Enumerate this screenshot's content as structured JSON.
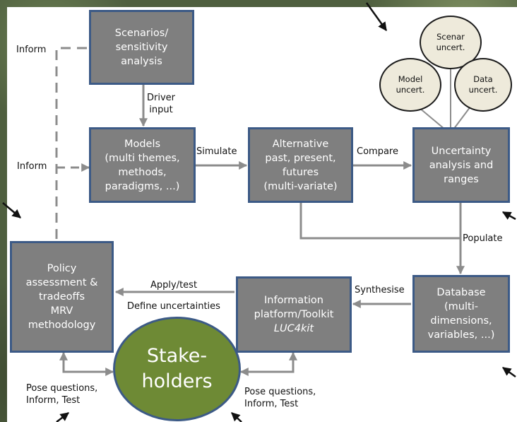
{
  "boxes": {
    "scenarios": [
      "Scenarios/",
      "sensitivity",
      "analysis"
    ],
    "models": [
      "Models",
      "(multi themes,",
      "methods,",
      "paradigms, ...)"
    ],
    "alternative": [
      "Alternative",
      "past, present,",
      "futures",
      "(multi-variate)"
    ],
    "uncertainty": [
      "Uncertainty",
      "analysis and",
      "ranges"
    ],
    "policy": [
      "Policy",
      "assessment &",
      "tradeoffs",
      "MRV",
      "methodology"
    ],
    "platform": [
      "Information",
      "platform/Toolkit",
      "LUC4kit"
    ],
    "database": [
      "Database",
      "(multi-",
      "dimensions,",
      "variables, ...)"
    ]
  },
  "bubbles": {
    "scenar": [
      "Scenar",
      "uncert."
    ],
    "model": [
      "Model",
      "uncert."
    ],
    "data": [
      "Data",
      "uncert."
    ]
  },
  "stakeholders": [
    "Stake-",
    "holders"
  ],
  "labels": {
    "inform_top": "Inform",
    "inform_mid": "Inform",
    "driver_input": [
      "Driver",
      "input"
    ],
    "simulate": "Simulate",
    "compare": "Compare",
    "populate": "Populate",
    "synthesise": "Synthesise",
    "apply_test": "Apply/test",
    "define_uncertainties": "Define uncertainties",
    "pose_left": [
      "Pose questions,",
      "Inform, Test"
    ],
    "pose_right": [
      "Pose questions,",
      "Inform, Test"
    ]
  },
  "colors": {
    "box_fill": "#7f7f7f",
    "box_border": "#3c5a86",
    "connector": "#8c8c8c",
    "stakeholder_fill": "#6e8a35",
    "bubble_fill": "#eeeadb"
  }
}
